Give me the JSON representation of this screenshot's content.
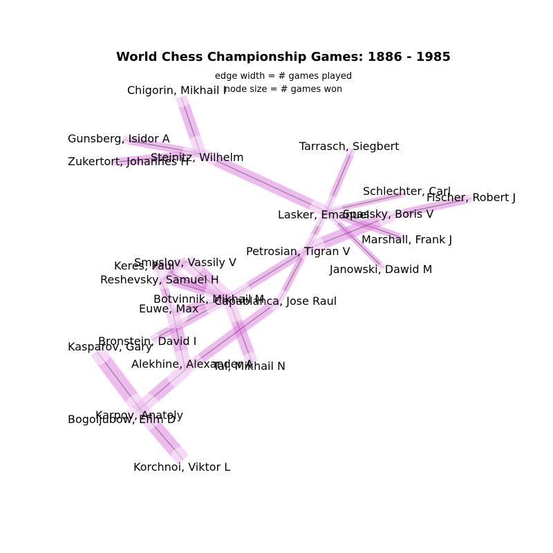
{
  "title": "World Chess Championship Games: 1886 - 1985",
  "subtitle_line1": "edge width = # games played",
  "subtitle_line2": "node size = # games won",
  "colors": {
    "edge": "#dd77dd",
    "node": "#ffffff",
    "edge_core": "#444444"
  },
  "players": [
    {
      "id": "chigorin",
      "name": "Chigorin, Mikhail I"
    },
    {
      "id": "gunsberg",
      "name": "Gunsberg, Isidor A"
    },
    {
      "id": "zukertort",
      "name": "Zukertort, Johannes H"
    },
    {
      "id": "steinitz",
      "name": "Steinitz, Wilhelm"
    },
    {
      "id": "tarrasch",
      "name": "Tarrasch, Siegbert"
    },
    {
      "id": "schlechter",
      "name": "Schlechter, Carl"
    },
    {
      "id": "fischer",
      "name": "Fischer, Robert J"
    },
    {
      "id": "lasker",
      "name": "Lasker, Emanuel"
    },
    {
      "id": "spassky",
      "name": "Spassky, Boris V"
    },
    {
      "id": "marshall",
      "name": "Marshall, Frank J"
    },
    {
      "id": "petrosian",
      "name": "Petrosian, Tigran V"
    },
    {
      "id": "janowski",
      "name": "Janowski, Dawid M"
    },
    {
      "id": "smyslov",
      "name": "Smyslov, Vassily V"
    },
    {
      "id": "keres",
      "name": "Keres, Paul"
    },
    {
      "id": "reshevsky",
      "name": "Reshevsky, Samuel H"
    },
    {
      "id": "botvinnik",
      "name": "Botvinnik, Mikhail M"
    },
    {
      "id": "capablanca",
      "name": "Capablanca, Jose Raul"
    },
    {
      "id": "euwe",
      "name": "Euwe, Max"
    },
    {
      "id": "bronstein",
      "name": "Bronstein, David I"
    },
    {
      "id": "kasparov",
      "name": "Kasparov, Gary"
    },
    {
      "id": "alekhine",
      "name": "Alekhine, Alexander A"
    },
    {
      "id": "tal",
      "name": "Tal, Mikhail N"
    },
    {
      "id": "karpov",
      "name": "Karpov, Anatoly"
    },
    {
      "id": "bogoljubow",
      "name": "Bogoljubow, Efim D"
    },
    {
      "id": "korchnoi",
      "name": "Korchnoi, Viktor L"
    }
  ],
  "matches": [
    {
      "a": "chigorin",
      "b": "steinitz",
      "games": 40
    },
    {
      "a": "gunsberg",
      "b": "steinitz",
      "games": 19
    },
    {
      "a": "zukertort",
      "b": "steinitz",
      "games": 20
    },
    {
      "a": "steinitz",
      "b": "lasker",
      "games": 37
    },
    {
      "a": "lasker",
      "b": "tarrasch",
      "games": 16
    },
    {
      "a": "lasker",
      "b": "schlechter",
      "games": 10
    },
    {
      "a": "lasker",
      "b": "marshall",
      "games": 15
    },
    {
      "a": "lasker",
      "b": "janowski",
      "games": 11
    },
    {
      "a": "lasker",
      "b": "capablanca",
      "games": 14
    },
    {
      "a": "fischer",
      "b": "spassky",
      "games": 21
    },
    {
      "a": "spassky",
      "b": "petrosian",
      "games": 47
    },
    {
      "a": "petrosian",
      "b": "botvinnik",
      "games": 22
    },
    {
      "a": "botvinnik",
      "b": "smyslov",
      "games": 69
    },
    {
      "a": "botvinnik",
      "b": "tal",
      "games": 42
    },
    {
      "a": "botvinnik",
      "b": "bronstein",
      "games": 24
    },
    {
      "a": "botvinnik",
      "b": "keres",
      "games": 20
    },
    {
      "a": "botvinnik",
      "b": "reshevsky",
      "games": 20
    },
    {
      "a": "botvinnik",
      "b": "euwe",
      "games": 20
    },
    {
      "a": "capablanca",
      "b": "alekhine",
      "games": 34
    },
    {
      "a": "alekhine",
      "b": "euwe",
      "games": 55
    },
    {
      "a": "alekhine",
      "b": "bogoljubow",
      "games": 55
    },
    {
      "a": "karpov",
      "b": "kasparov",
      "games": 72
    },
    {
      "a": "karpov",
      "b": "korchnoi",
      "games": 63
    },
    {
      "a": "smyslov",
      "b": "keres",
      "games": 20
    },
    {
      "a": "smyslov",
      "b": "reshevsky",
      "games": 20
    },
    {
      "a": "euwe",
      "b": "keres",
      "games": 20
    }
  ]
}
